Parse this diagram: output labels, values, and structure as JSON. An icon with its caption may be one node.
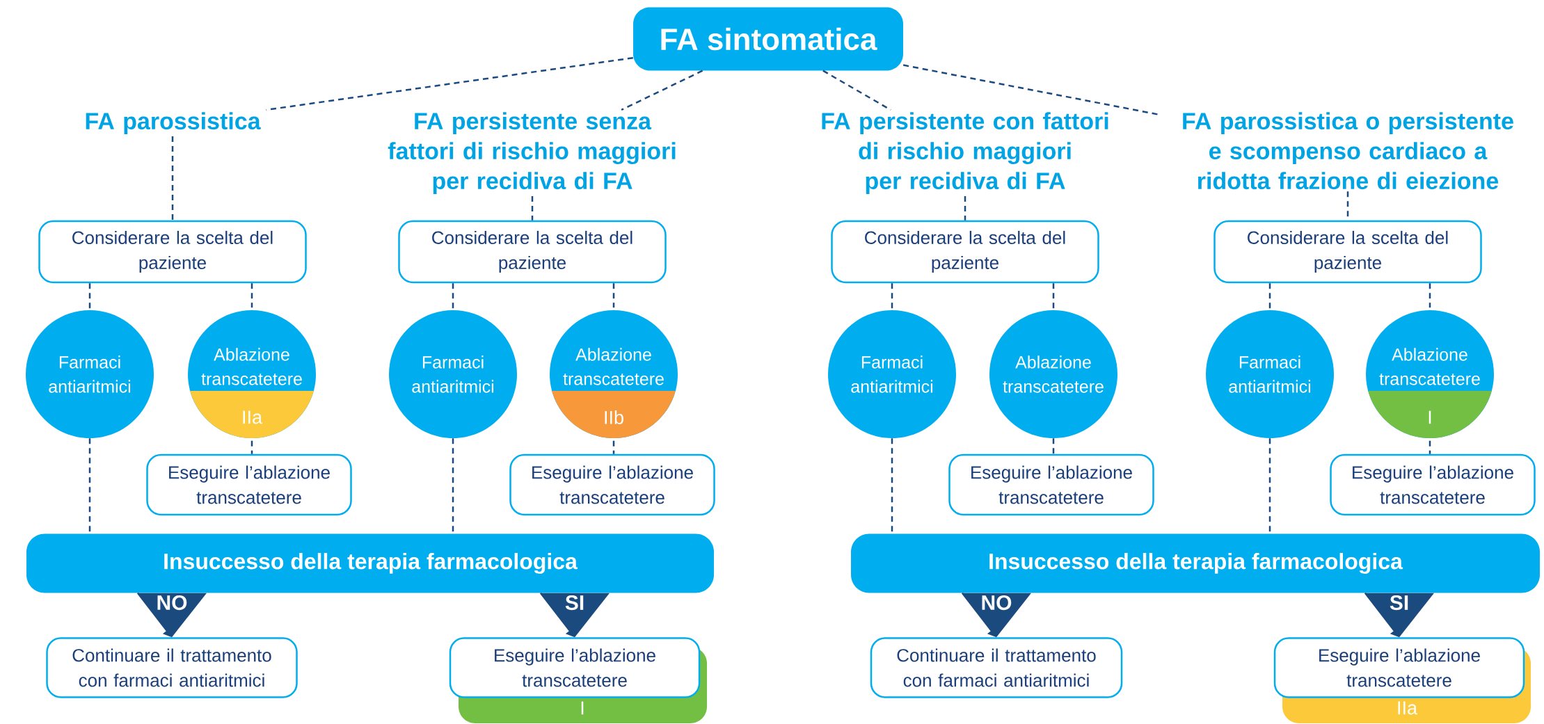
{
  "diagram": {
    "nodes": [
      {
        "text": [
          "FA sintomatica"
        ]
      },
      {
        "text": [
          "FA parossistica"
        ]
      },
      {
        "text": [
          "FA persistente senza fattori di rischio maggiori per recidiva di FA"
        ]
      },
      {
        "text": [
          "FA persistente con fattori di rischio maggiori per recidiva di FA"
        ]
      },
      {
        "text": [
          "FA parossistica o persistente e scompenso cardiaco a ridotta frazione di eiezione"
        ]
      },
      {
        "text": [
          "Considerare la scelta del paziente"
        ]
      },
      {
        "text": [
          "Farmaci antiaritmici"
        ]
      },
      {
        "text": [
          "Ablazione transcatetere",
          "IIa"
        ]
      },
      {
        "text": [
          "Eseguire l’ablazione transcatetere"
        ]
      },
      {
        "text": [
          "Considerare la scelta del paziente"
        ]
      },
      {
        "text": [
          "Farmaci antiaritmici"
        ]
      },
      {
        "text": [
          "Ablazione transcatetere",
          "IIb"
        ]
      },
      {
        "text": [
          "Eseguire l’ablazione transcatetere"
        ]
      },
      {
        "text": [
          "Considerare la scelta del paziente"
        ]
      },
      {
        "text": [
          "Farmaci antiaritmici"
        ]
      },
      {
        "text": [
          "Ablazione transcatetere"
        ]
      },
      {
        "text": [
          "Eseguire l’ablazione transcatetere"
        ]
      },
      {
        "text": [
          "Considerare la scelta del paziente"
        ]
      },
      {
        "text": [
          "Farmaci antiaritmici"
        ]
      },
      {
        "text": [
          "Ablazione transcatetere",
          "I"
        ]
      },
      {
        "text": [
          "Eseguire l’ablazione transcatetere"
        ]
      },
      {
        "text": [
          "Insuccesso della terapia farmacologica"
        ]
      },
      {
        "text": [
          "Continuare il trattamento con farmaci antiaritmici"
        ]
      },
      {
        "text": [
          "Eseguire l’ablazione transcatetere"
        ]
      },
      {
        "text": [
          "I"
        ]
      },
      {
        "text": [
          "Insuccesso della terapia farmacologica"
        ]
      },
      {
        "text": [
          "Continuare il trattamento con farmaci antiaritmici"
        ]
      },
      {
        "text": [
          "Eseguire l’ablazione transcatetere"
        ]
      },
      {
        "text": [
          "IIa"
        ]
      }
    ],
    "edges": [
      {
        "from": 0,
        "to": 1,
        "arrow": "none",
        "style": "dashed"
      },
      {
        "from": 0,
        "to": 2,
        "arrow": "none",
        "style": "dashed"
      },
      {
        "from": 0,
        "to": 3,
        "arrow": "none",
        "style": "dashed"
      },
      {
        "from": 0,
        "to": 4,
        "arrow": "none",
        "style": "dashed"
      },
      {
        "from": 1,
        "to": 5,
        "arrow": "none",
        "style": "dashed"
      },
      {
        "from": 5,
        "to": 6,
        "arrow": "none",
        "style": "dashed"
      },
      {
        "from": 5,
        "to": 7,
        "arrow": "none",
        "style": "dashed"
      },
      {
        "from": 7,
        "to": 8,
        "arrow": "none",
        "style": "dashed"
      },
      {
        "from": 6,
        "to": 21,
        "arrow": "none",
        "style": "dashed"
      },
      {
        "from": 2,
        "to": 9,
        "arrow": "none",
        "style": "dashed"
      },
      {
        "from": 9,
        "to": 10,
        "arrow": "none",
        "style": "dashed"
      },
      {
        "from": 9,
        "to": 11,
        "arrow": "none",
        "style": "dashed"
      },
      {
        "from": 11,
        "to": 12,
        "arrow": "none",
        "style": "dashed"
      },
      {
        "from": 10,
        "to": 21,
        "arrow": "none",
        "style": "dashed"
      },
      {
        "from": 3,
        "to": 13,
        "arrow": "none",
        "style": "dashed"
      },
      {
        "from": 13,
        "to": 14,
        "arrow": "none",
        "style": "dashed"
      },
      {
        "from": 13,
        "to": 15,
        "arrow": "none",
        "style": "dashed"
      },
      {
        "from": 15,
        "to": 16,
        "arrow": "none",
        "style": "dashed"
      },
      {
        "from": 14,
        "to": 25,
        "arrow": "none",
        "style": "dashed"
      },
      {
        "from": 4,
        "to": 17,
        "arrow": "none",
        "style": "dashed"
      },
      {
        "from": 17,
        "to": 18,
        "arrow": "none",
        "style": "dashed"
      },
      {
        "from": 17,
        "to": 19,
        "arrow": "none",
        "style": "dashed"
      },
      {
        "from": 19,
        "to": 20,
        "arrow": "none",
        "style": "dashed"
      },
      {
        "from": 18,
        "to": 25,
        "arrow": "none",
        "style": "dashed"
      },
      {
        "from": 21,
        "to": 22,
        "arrow": "to",
        "label": "NO"
      },
      {
        "from": 21,
        "to": 23,
        "arrow": "to",
        "label": "SI"
      },
      {
        "from": 25,
        "to": 26,
        "arrow": "to",
        "label": "NO"
      },
      {
        "from": 25,
        "to": 27,
        "arrow": "to",
        "label": "SI"
      }
    ]
  }
}
